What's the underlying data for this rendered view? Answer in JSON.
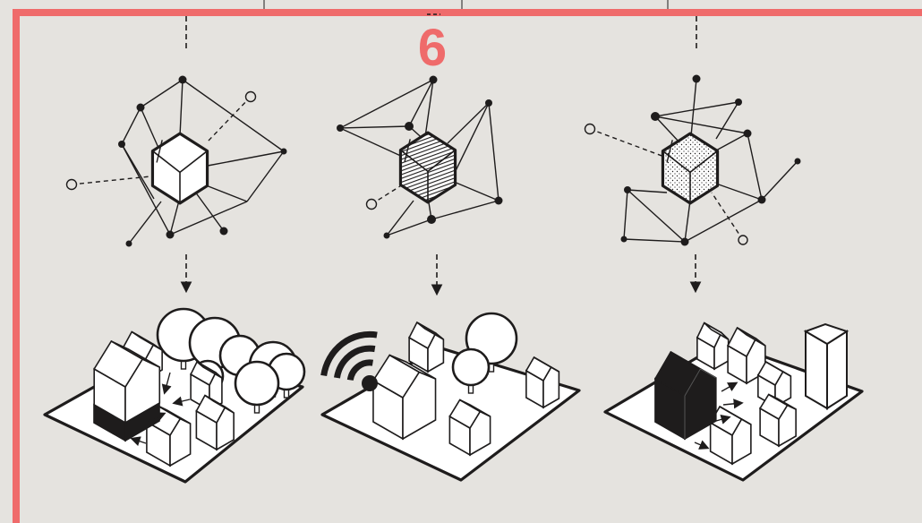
{
  "step_number": "6",
  "colors": {
    "accent": "#ef6b6b",
    "background": "#e5e3df",
    "ink": "#1e1c1c",
    "paper": "#ffffff"
  },
  "panels": [
    {
      "id": "panel-1",
      "house_fill": "plain",
      "transformed_house": "black-band-building",
      "extra": "trees"
    },
    {
      "id": "panel-2",
      "house_fill": "hatched",
      "transformed_house": "wifi-signal",
      "extra": "trees"
    },
    {
      "id": "panel-3",
      "house_fill": "dotted",
      "transformed_house": "black-house",
      "extra": "tower"
    }
  ],
  "icons": [
    "hexagon-house-icon",
    "network-node-icon",
    "down-arrow-icon",
    "wifi-signal-icon",
    "tree-icon",
    "house-icon"
  ]
}
